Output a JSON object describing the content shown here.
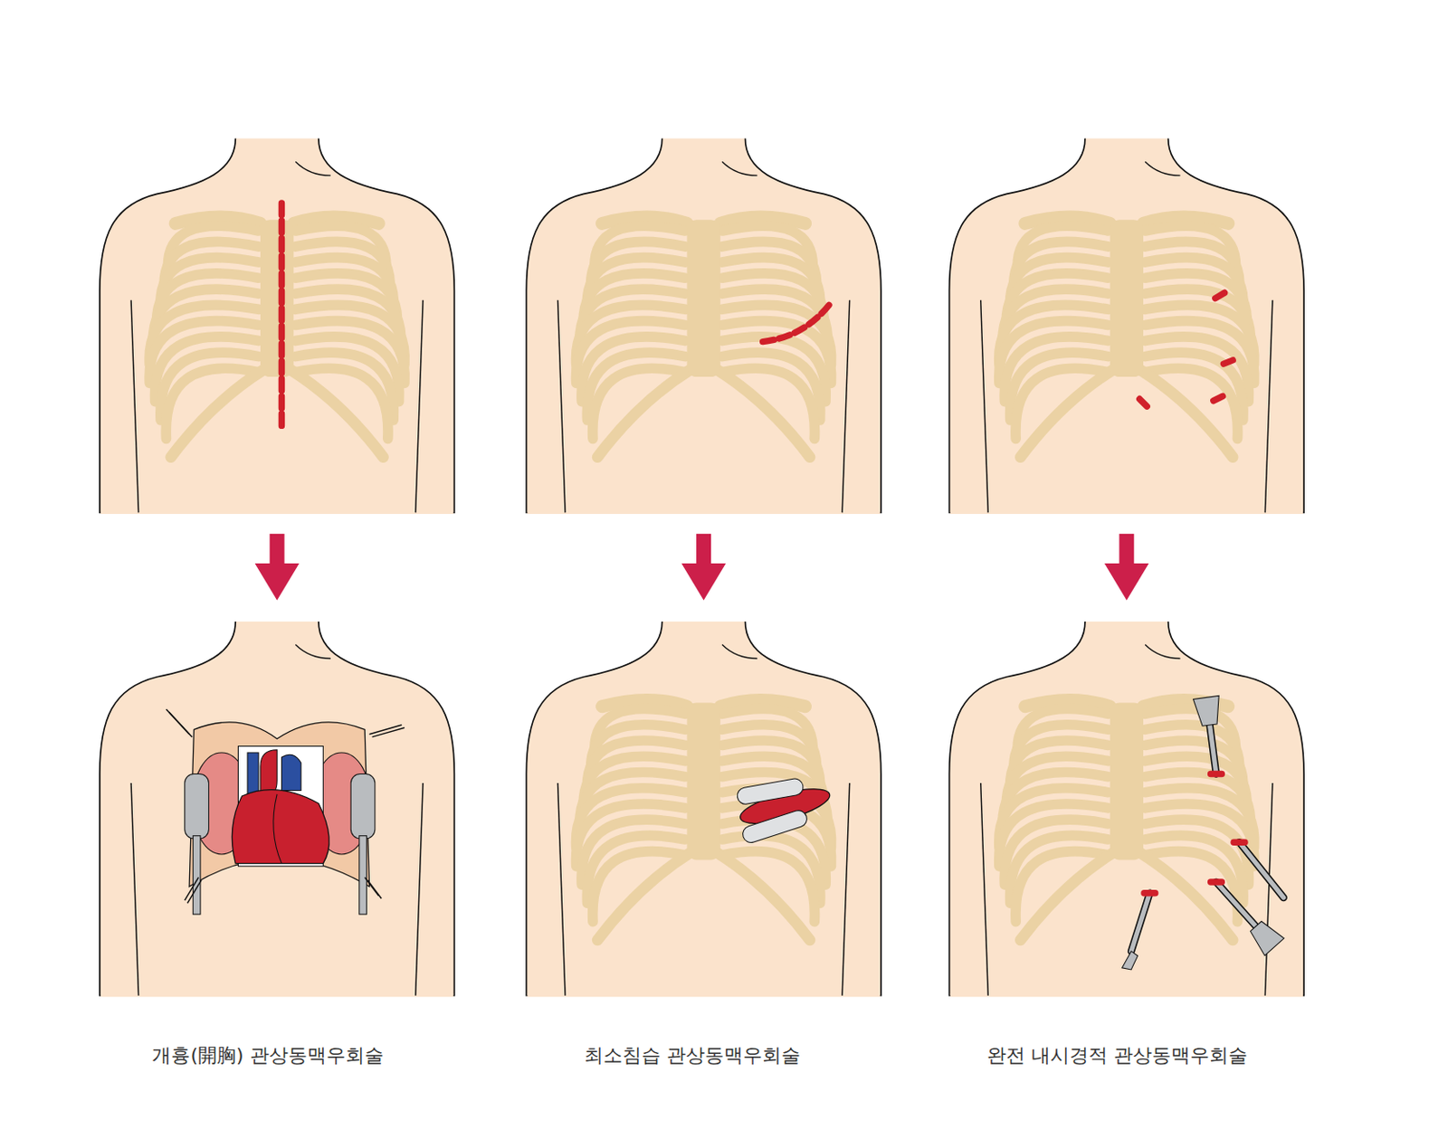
{
  "diagram": {
    "labels": [
      "개흉(開胸) 관상동맥우회술",
      "최소침습 관상동맥우회술",
      "완전 내시경적 관상동맥우회술"
    ]
  }
}
